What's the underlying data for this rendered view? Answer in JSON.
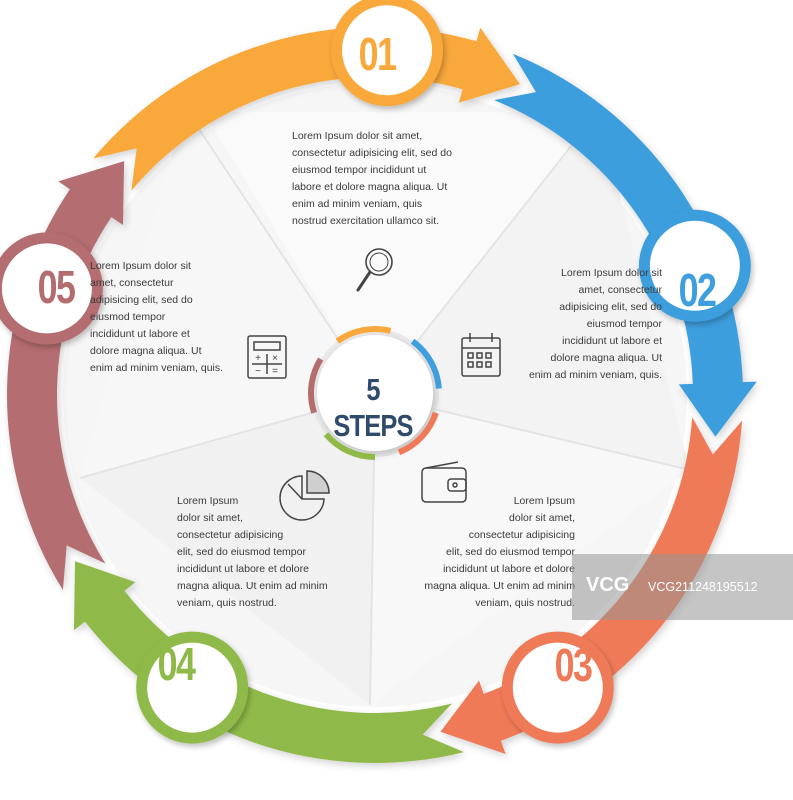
{
  "center": {
    "title": "5 STEPS"
  },
  "steps": [
    {
      "number": "01",
      "color": "#f9a83b",
      "icon": "magnifier-icon",
      "text": "Lorem Ipsum dolor sit amet,\nconsectetur adipisicing elit, sed do\neiusmod tempor incididunt ut\nlabore et dolore magna aliqua. Ut\nenim ad minim veniam, quis\nnostrud exercitation ullamco sit."
    },
    {
      "number": "02",
      "color": "#3e9ede",
      "icon": "calendar-icon",
      "text": "Lorem Ipsum dolor sit\namet, consectetur\nadipisicing elit, sed do\neiusmod tempor\nincididunt ut labore et\ndolore magna aliqua. Ut\nenim ad minim veniam, quis."
    },
    {
      "number": "03",
      "color": "#ef7a58",
      "icon": "wallet-icon",
      "text": "Lorem Ipsum\ndolor sit amet,\nconsectetur adipisicing\nelit, sed do eiusmod tempor\nincididunt ut labore et dolore\nmagna aliqua. Ut enim ad minim\nveniam, quis nostrud."
    },
    {
      "number": "04",
      "color": "#8fba48",
      "icon": "pie-chart-icon",
      "text": "Lorem Ipsum\ndolor sit amet,\nconsectetur adipisicing\nelit, sed do eiusmod tempor\nincididunt ut labore et dolore\nmagna aliqua. Ut enim ad minim\nveniam, quis nostrud."
    },
    {
      "number": "05",
      "color": "#b46d6f",
      "icon": "calculator-icon",
      "text": "Lorem Ipsum dolor sit\namet, consectetur\nadipisicing elit, sed do\neiusmod tempor\nincididunt ut labore et\ndolore magna aliqua. Ut\nenim ad minim veniam, quis."
    }
  ],
  "watermark": {
    "logo": "VCG",
    "id": "VCG211248195512"
  }
}
